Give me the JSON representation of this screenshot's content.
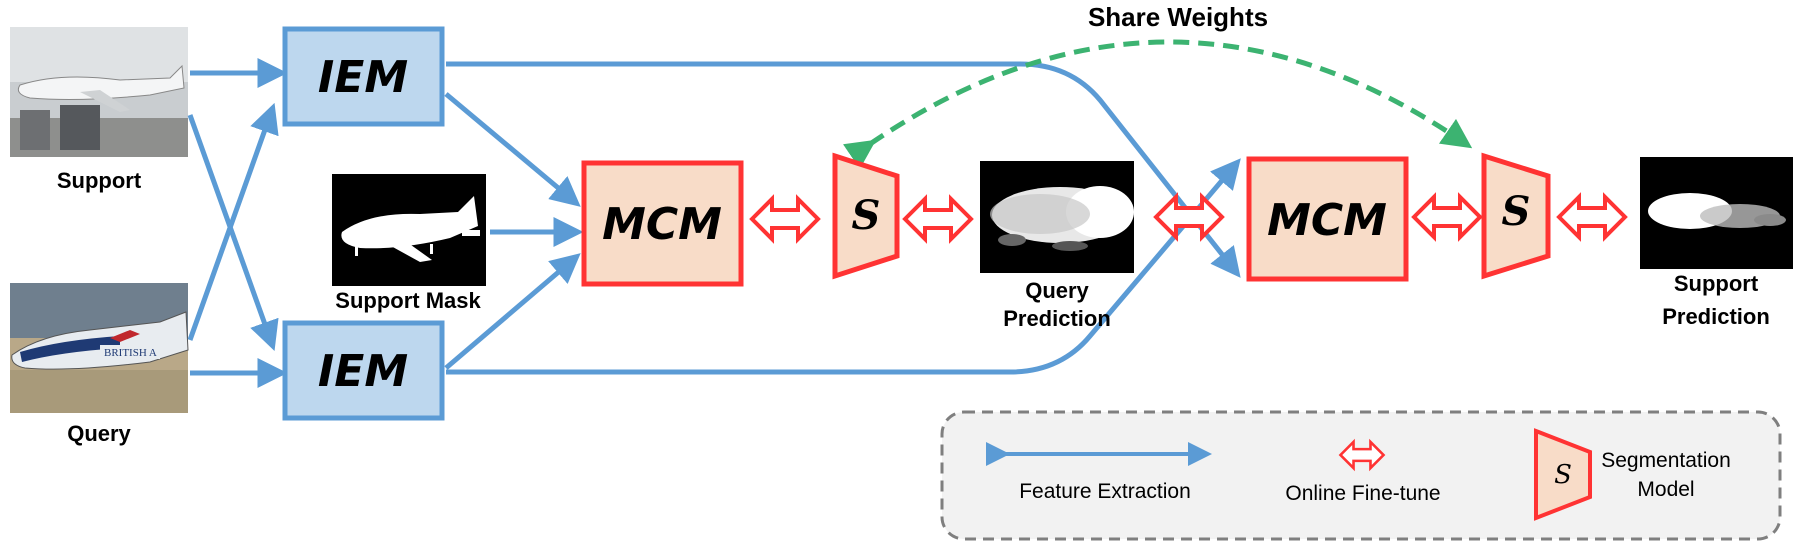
{
  "labels": {
    "share_weights": "Share Weights",
    "support": "Support",
    "query": "Query",
    "support_mask": "Support Mask",
    "query_prediction_1": "Query",
    "query_prediction_2": "Prediction",
    "support_prediction_1": "Support",
    "support_prediction_2": "Prediction"
  },
  "modules": {
    "iem_top": "IEM",
    "iem_bottom": "IEM",
    "mcm_left": "MCM",
    "mcm_right": "MCM",
    "seg_left": "S",
    "seg_right": "S"
  },
  "legend": {
    "feature_extraction": "Feature Extraction",
    "online_finetune": "Online Fine-tune",
    "seg_symbol": "S",
    "segmentation_1": "Segmentation",
    "segmentation_2": "Model"
  },
  "colors": {
    "blue": "#5b9bd5",
    "iem_fill": "#bdd7ee",
    "mcm_fill": "#f8dcc8",
    "red": "#ff3333",
    "green": "#3cb371"
  }
}
